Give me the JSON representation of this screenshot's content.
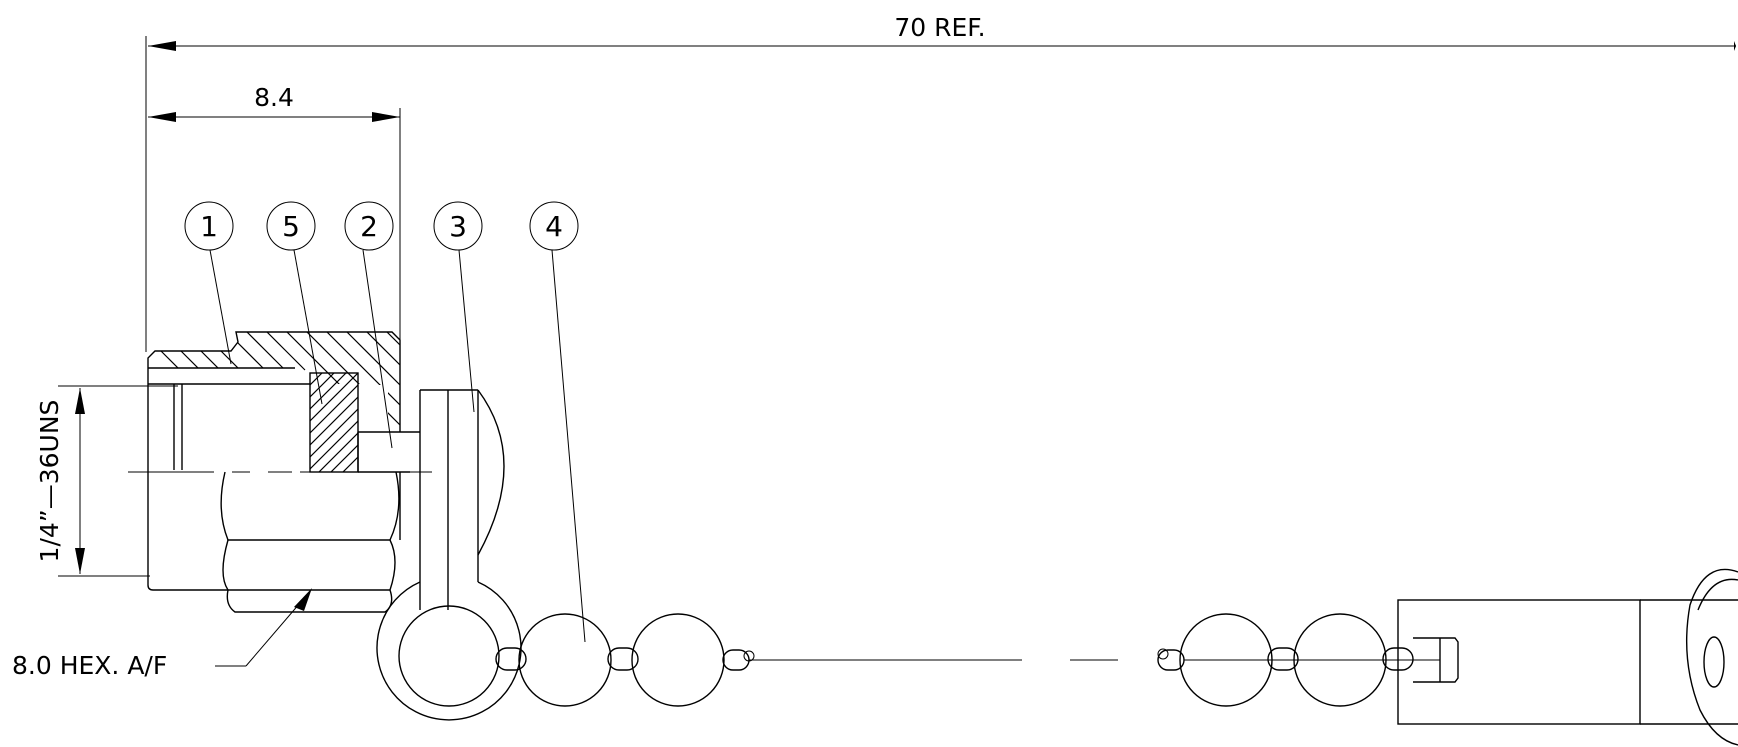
{
  "dimensions": {
    "overall_length": "70 REF.",
    "cap_length": "8.4",
    "thread": "1/4”—36UNS",
    "hex": "8.0 HEX. A/F"
  },
  "balloons": [
    {
      "number": "1"
    },
    {
      "number": "5"
    },
    {
      "number": "2"
    },
    {
      "number": "3"
    },
    {
      "number": "4"
    }
  ],
  "colors": {
    "line": "#000000",
    "background": "#ffffff"
  }
}
